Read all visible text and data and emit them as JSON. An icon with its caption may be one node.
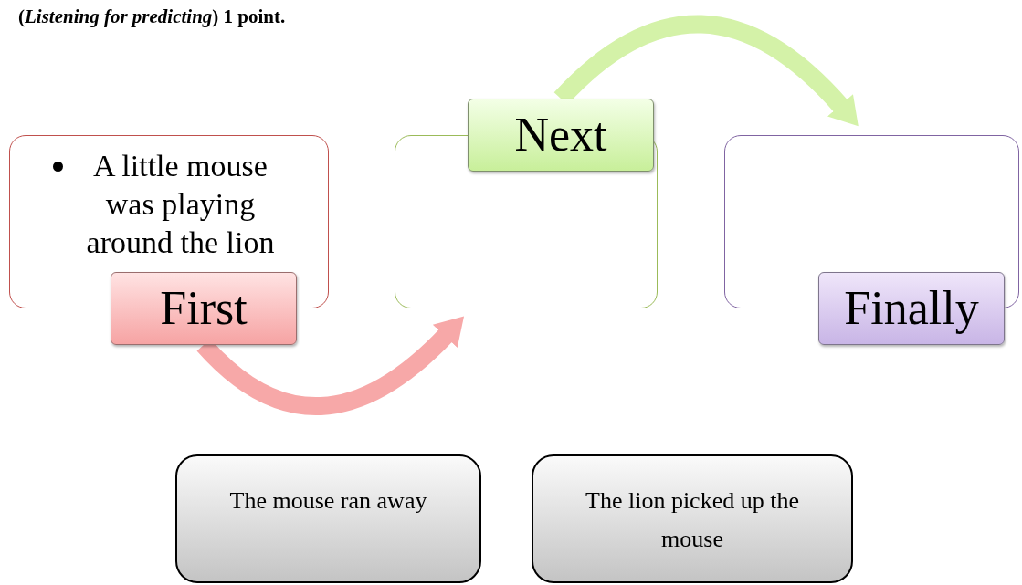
{
  "diagram": {
    "title": "(*Listening for predicting*) 1 point.",
    "nodes": [
      {
        "text": [
          "A little mouse was playing around the lion"
        ]
      },
      {
        "text": [
          "First"
        ]
      },
      {
        "text": [],
        "shape": "box"
      },
      {
        "text": [
          "Next"
        ]
      },
      {
        "text": [],
        "shape": "box"
      },
      {
        "text": [
          "Finally"
        ]
      },
      {
        "text": [
          "The mouse ran away"
        ]
      },
      {
        "text": [
          "The lion picked up the mouse"
        ]
      }
    ],
    "edges": [
      {
        "from": 1,
        "to": 2,
        "arrow": "to",
        "color": "#f7a8a8"
      },
      {
        "from": 3,
        "to": 4,
        "arrow": "to",
        "color": "#d4f2a8"
      }
    ]
  }
}
